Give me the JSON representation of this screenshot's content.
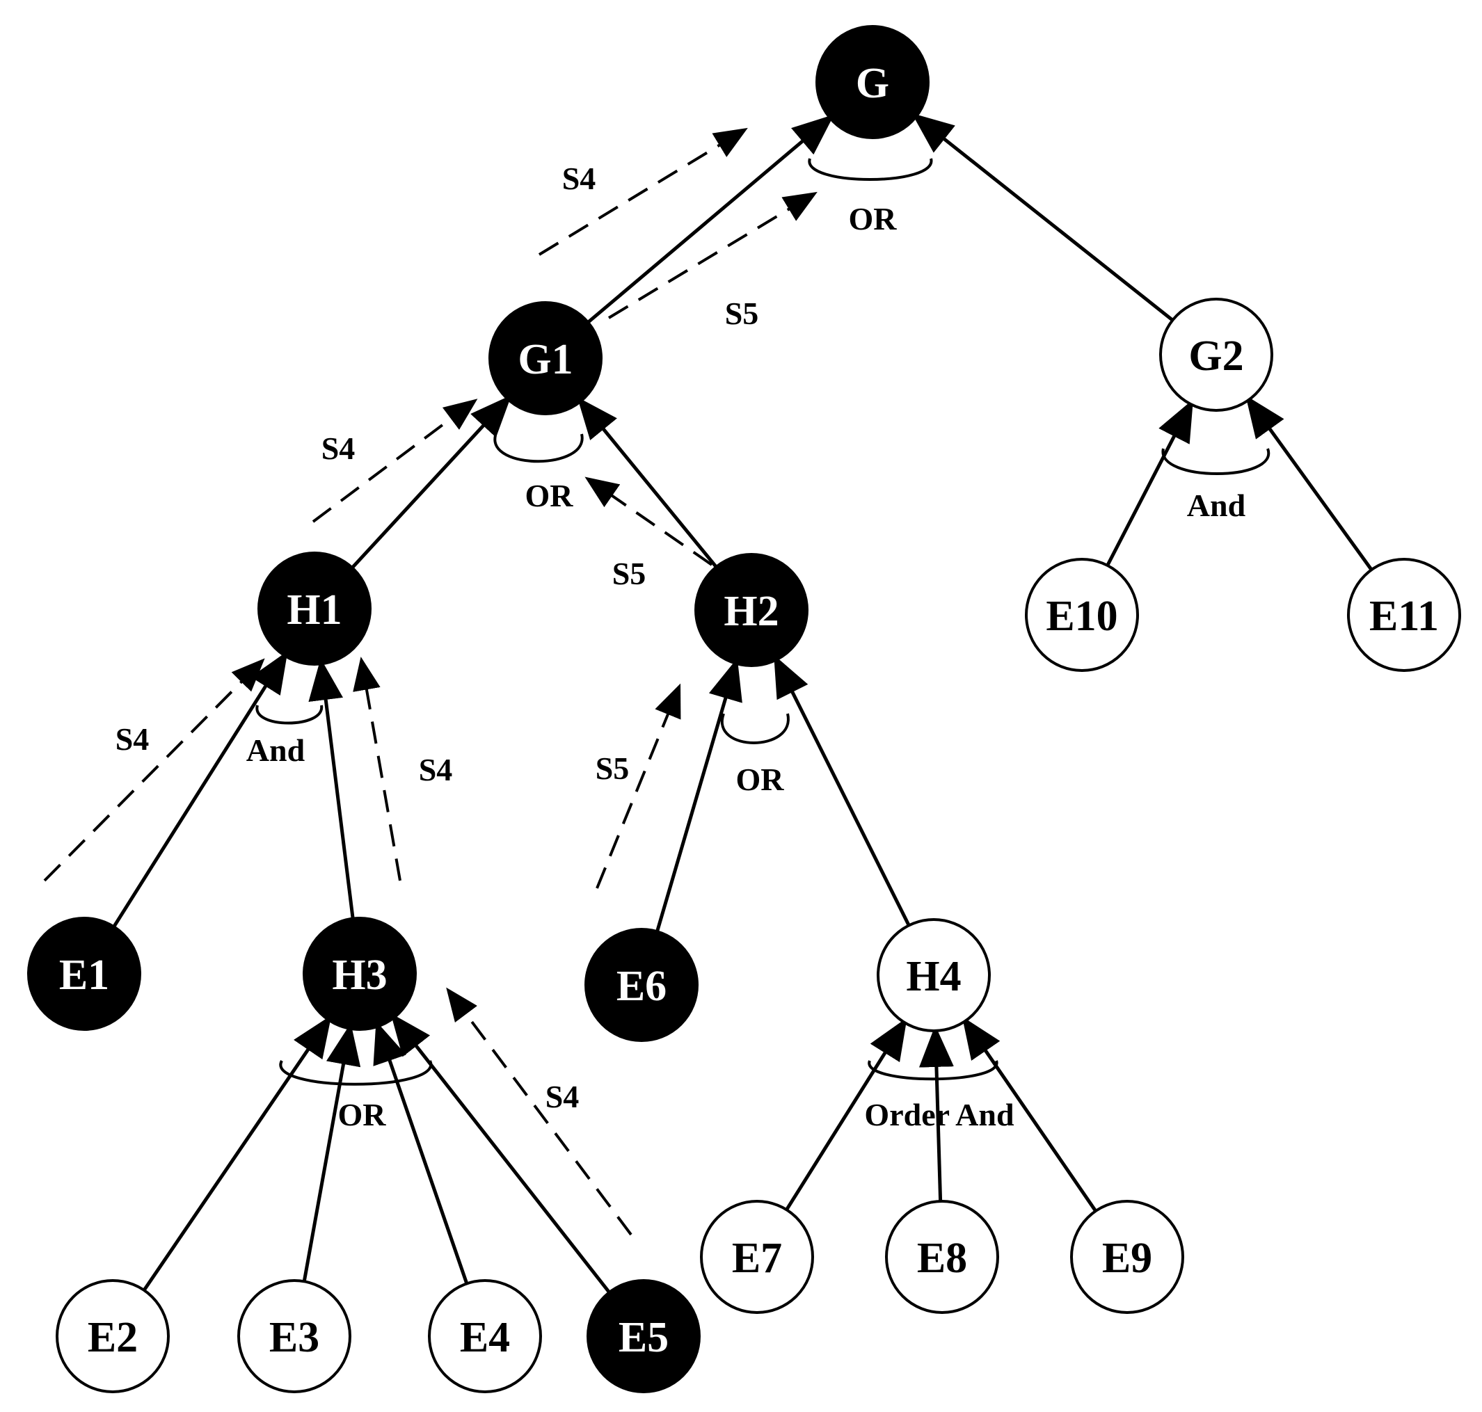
{
  "diagram": {
    "nodes": [
      {
        "id": "G",
        "label": "G",
        "filled": true
      },
      {
        "id": "G1",
        "label": "G1",
        "filled": true
      },
      {
        "id": "G2",
        "label": "G2",
        "filled": false
      },
      {
        "id": "H1",
        "label": "H1",
        "filled": true
      },
      {
        "id": "H2",
        "label": "H2",
        "filled": true
      },
      {
        "id": "H3",
        "label": "H3",
        "filled": true
      },
      {
        "id": "H4",
        "label": "H4",
        "filled": false
      },
      {
        "id": "E1",
        "label": "E1",
        "filled": true
      },
      {
        "id": "E2",
        "label": "E2",
        "filled": false
      },
      {
        "id": "E3",
        "label": "E3",
        "filled": false
      },
      {
        "id": "E4",
        "label": "E4",
        "filled": false
      },
      {
        "id": "E5",
        "label": "E5",
        "filled": true
      },
      {
        "id": "E6",
        "label": "E6",
        "filled": true
      },
      {
        "id": "E7",
        "label": "E7",
        "filled": false
      },
      {
        "id": "E8",
        "label": "E8",
        "filled": false
      },
      {
        "id": "E9",
        "label": "E9",
        "filled": false
      },
      {
        "id": "E10",
        "label": "E10",
        "filled": false
      },
      {
        "id": "E11",
        "label": "E11",
        "filled": false
      }
    ],
    "edges": [
      {
        "from": "G1",
        "to": "G"
      },
      {
        "from": "G2",
        "to": "G"
      },
      {
        "from": "H1",
        "to": "G1"
      },
      {
        "from": "H2",
        "to": "G1"
      },
      {
        "from": "E10",
        "to": "G2"
      },
      {
        "from": "E11",
        "to": "G2"
      },
      {
        "from": "E1",
        "to": "H1"
      },
      {
        "from": "H3",
        "to": "H1"
      },
      {
        "from": "E6",
        "to": "H2"
      },
      {
        "from": "H4",
        "to": "H2"
      },
      {
        "from": "E2",
        "to": "H3"
      },
      {
        "from": "E3",
        "to": "H3"
      },
      {
        "from": "E4",
        "to": "H3"
      },
      {
        "from": "E5",
        "to": "H3"
      },
      {
        "from": "E7",
        "to": "H4"
      },
      {
        "from": "E8",
        "to": "H4"
      },
      {
        "from": "E9",
        "to": "H4"
      }
    ],
    "relations": [
      {
        "node": "G",
        "label": "OR"
      },
      {
        "node": "G1",
        "label": "OR"
      },
      {
        "node": "G2",
        "label": "And"
      },
      {
        "node": "H1",
        "label": "And"
      },
      {
        "node": "H2",
        "label": "OR"
      },
      {
        "node": "H3",
        "label": "OR"
      },
      {
        "node": "H4",
        "label": "Order And"
      }
    ],
    "paths": [
      {
        "label": "S4"
      },
      {
        "label": "S5"
      },
      {
        "label": "S4"
      },
      {
        "label": "S5"
      },
      {
        "label": "S4"
      },
      {
        "label": "S4"
      },
      {
        "label": "S5"
      },
      {
        "label": "S4"
      }
    ],
    "colors": {
      "filled": "#000000",
      "empty": "#ffffff",
      "stroke": "#000000"
    }
  }
}
